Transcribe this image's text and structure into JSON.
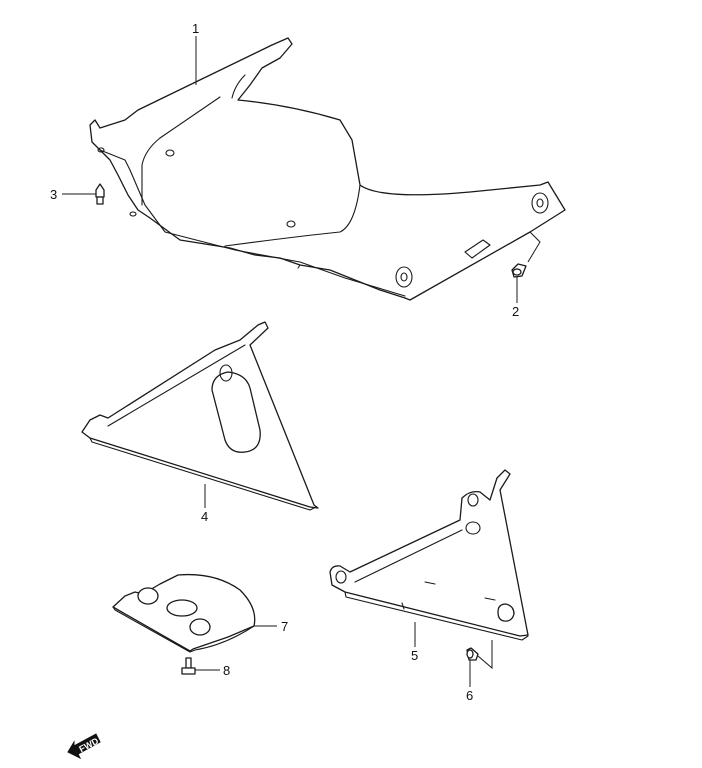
{
  "diagram": {
    "type": "parts-exploded-view",
    "callouts": [
      {
        "id": "1",
        "label": "1",
        "part": "under cowling main panel"
      },
      {
        "id": "2",
        "label": "2",
        "part": "clip fastener"
      },
      {
        "id": "3",
        "label": "3",
        "part": "clip fastener"
      },
      {
        "id": "4",
        "label": "4",
        "part": "triangular inner panel (left)"
      },
      {
        "id": "5",
        "label": "5",
        "part": "triangular inner panel (right)"
      },
      {
        "id": "6",
        "label": "6",
        "part": "clip fastener"
      },
      {
        "id": "7",
        "label": "7",
        "part": "cover plate"
      },
      {
        "id": "8",
        "label": "8",
        "part": "bolt"
      }
    ],
    "direction_indicator": {
      "label": "FWD",
      "icon": "arrow-left-down"
    },
    "colors": {
      "line": "#1a1a1a",
      "background": "#ffffff"
    }
  }
}
